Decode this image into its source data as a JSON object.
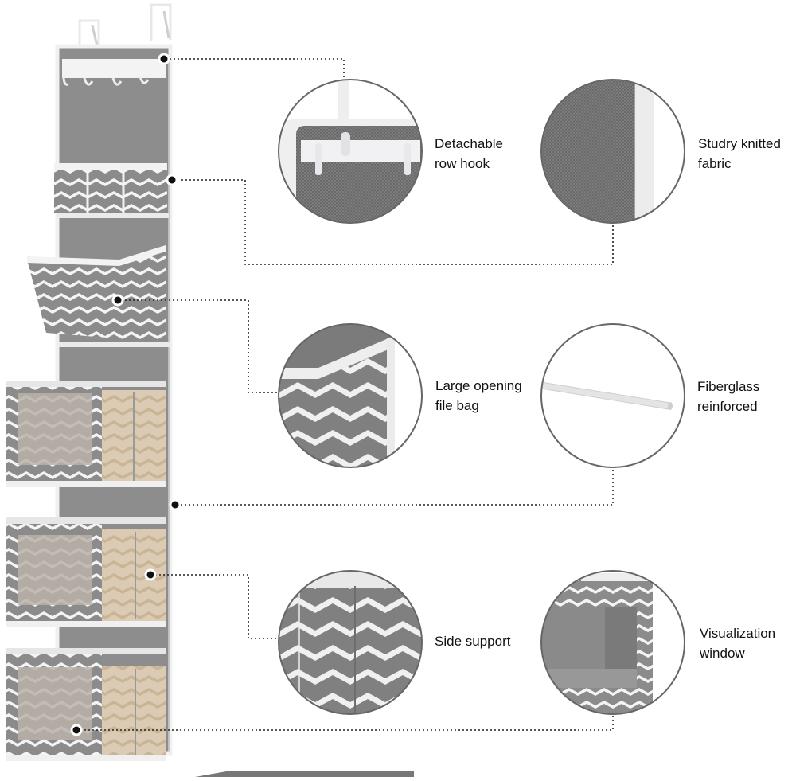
{
  "colors": {
    "fabric_gray": "#8a8a8a",
    "fabric_dark": "#7a7a7a",
    "trim_white": "#f2f2f2",
    "chevron_light": "#ffffff",
    "beige": "#d9c8b0",
    "leader_line": "#222222",
    "circle_border": "#666666"
  },
  "callouts": [
    {
      "id": "detachable-row-hook",
      "lines": [
        "Detachable",
        "row hook"
      ],
      "icon": "hook-rail-icon"
    },
    {
      "id": "sturdy-knitted-fabric",
      "lines": [
        "Studry knitted",
        "fabric"
      ],
      "icon": "fabric-texture-icon"
    },
    {
      "id": "large-opening-file-bag",
      "lines": [
        "Large opening",
        "file bag"
      ],
      "icon": "file-bag-icon"
    },
    {
      "id": "fiberglass-reinforced",
      "lines": [
        "Fiberglass",
        "reinforced"
      ],
      "icon": "fiberglass-rod-icon"
    },
    {
      "id": "side-support",
      "lines": [
        "Side support"
      ],
      "icon": "side-support-icon"
    },
    {
      "id": "visualization-window",
      "lines": [
        "Visualization",
        "window"
      ],
      "icon": "window-pocket-icon"
    }
  ]
}
